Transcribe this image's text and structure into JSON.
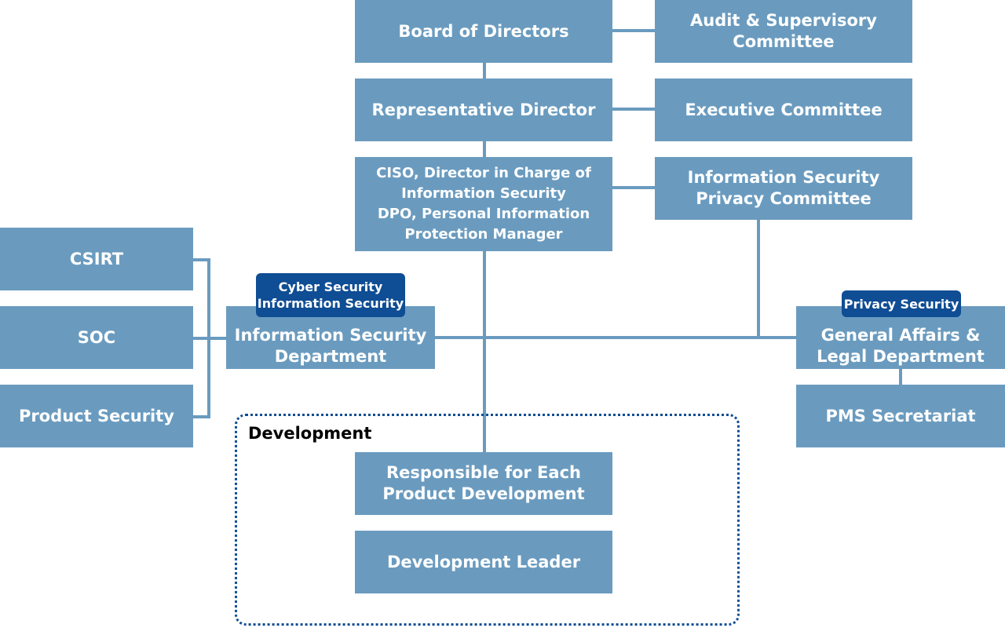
{
  "org_chart": {
    "board": "Board of Directors",
    "audit": "Audit & Supervisory\nCommittee",
    "representative": "Representative Director",
    "executive_committee": "Executive Committee",
    "ciso": "CISO, Director in Charge of\nInformation Security\nDPO, Personal Information\nProtection Manager",
    "privacy_committee": "Information Security\nPrivacy Committee",
    "csirt": "CSIRT",
    "soc": "SOC",
    "product_security": "Product Security",
    "infosec_dept": "Information Security\nDepartment",
    "infosec_badge": "Cyber Security\nInformation Security",
    "general_affairs": "General Affairs &\nLegal Department",
    "privacy_badge": "Privacy Security",
    "pms": "PMS Secretariat",
    "development_group": "Development",
    "responsible_dev": "Responsible for Each\nProduct Development",
    "dev_leader": "Development Leader"
  },
  "colors": {
    "box": "#6a9bbf",
    "badge": "#0f4d94",
    "frame": "#0f4d94"
  }
}
